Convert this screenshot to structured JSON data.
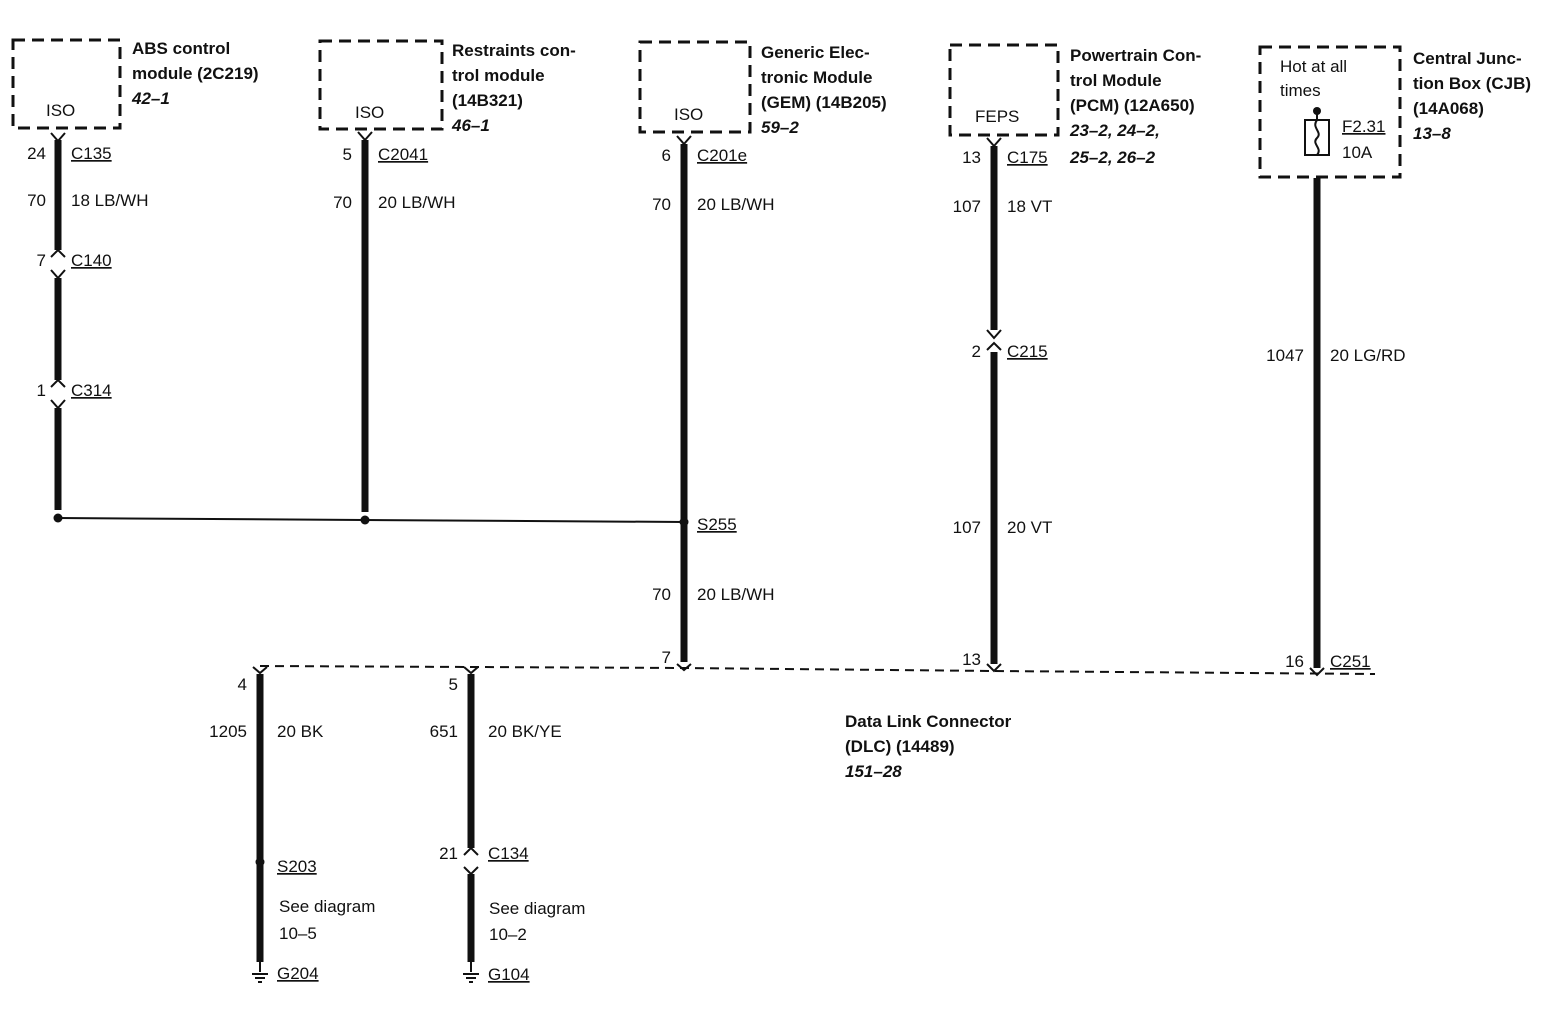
{
  "modules": {
    "abs": {
      "title_lines": [
        "ABS control",
        "module (2C219)"
      ],
      "ref": "42–1",
      "inner": "ISO"
    },
    "rcm": {
      "title_lines": [
        "Restraints con-",
        "trol module",
        "(14B321)"
      ],
      "ref": "46–1",
      "inner": "ISO"
    },
    "gem": {
      "title_lines": [
        "Generic Elec-",
        "tronic Module",
        "(GEM) (14B205)"
      ],
      "ref": "59–2",
      "inner": "ISO"
    },
    "pcm": {
      "title_lines": [
        "Powertrain Con-",
        "trol Module",
        "(PCM) (12A650)"
      ],
      "ref_lines": [
        "23–2, 24–2,",
        "25–2, 26–2"
      ],
      "inner": "FEPS"
    },
    "cjb": {
      "title_lines": [
        "Central Junc-",
        "tion Box (CJB)",
        "(14A068)"
      ],
      "ref": "13–8",
      "inner_lines": [
        "Hot at all",
        "times"
      ],
      "fuse": "F2.31",
      "fuse_rating": "10A"
    }
  },
  "abs_wire": {
    "c135_pin": "24",
    "c135": "C135",
    "circuit": "70",
    "color": "18 LB/WH",
    "c140_pin": "7",
    "c140": "C140",
    "c314_pin": "1",
    "c314": "C314"
  },
  "rcm_wire": {
    "c2041_pin": "5",
    "c2041": "C2041",
    "circuit": "70",
    "color": "20 LB/WH"
  },
  "gem_wire": {
    "c201e_pin": "6",
    "c201e": "C201e",
    "circuit": "70",
    "color": "20 LB/WH",
    "splice": "S255",
    "circuit2": "70",
    "color2": "20 LB/WH",
    "dlc_pin": "7"
  },
  "pcm_wire": {
    "c175_pin": "13",
    "c175": "C175",
    "circuit": "107",
    "color": "18 VT",
    "c215_pin": "2",
    "c215": "C215",
    "circuit2": "107",
    "color2": "20 VT",
    "dlc_pin": "13"
  },
  "cjb_wire": {
    "circuit": "1047",
    "color": "20 LG/RD",
    "dlc_pin": "16",
    "dlc": "C251"
  },
  "dlc": {
    "title_lines": [
      "Data Link Connector",
      "(DLC) (14489)"
    ],
    "ref": "151–28"
  },
  "ground_a": {
    "dlc_pin": "4",
    "circuit": "1205",
    "color": "20 BK",
    "splice": "S203",
    "see_lines": [
      "See diagram",
      "10–5"
    ],
    "ground": "G204"
  },
  "ground_b": {
    "dlc_pin": "5",
    "circuit": "651",
    "color": "20 BK/YE",
    "c134_pin": "21",
    "c134": "C134",
    "see_lines": [
      "See diagram",
      "10–2"
    ],
    "ground": "G104"
  }
}
